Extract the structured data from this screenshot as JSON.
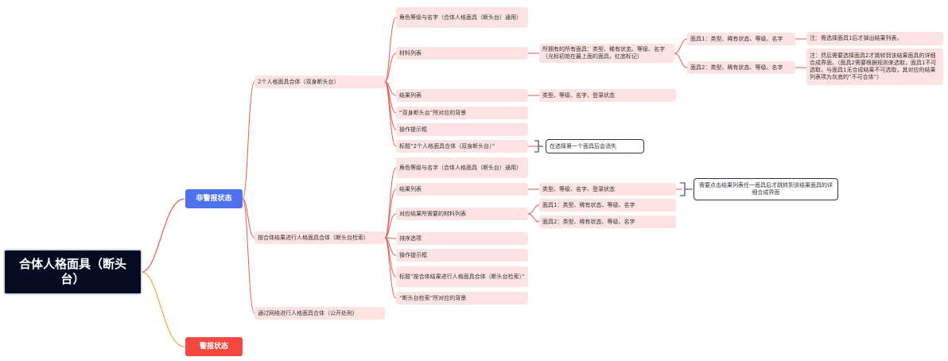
{
  "root": {
    "label": "合体人格面具（断头台）"
  },
  "categories": {
    "non_alert": "非警报状态",
    "alert": "警报状态"
  },
  "branches": {
    "two_persona": "2个人格面具合体（双身断头台）",
    "by_result": "按合体结果进行人格面具合体（断头台检索）",
    "via_network": "通过网络进行人格面具合体（公开处刑）"
  },
  "two_persona_children": {
    "role_level": "角色等级与名字（合体人格面具（断头台）通用）",
    "material_list": "材料列表",
    "result_list": "结果列表",
    "background": "“双身断头台”所对应的背景",
    "op_hint": "操作提示框",
    "title": "标题“2个人格面具合体（双身断头台）”"
  },
  "material_detail": "所拥有的所有面具：类型、稀有状态、等级、名字（光标初始在最上面的面具，红底标记）",
  "mask1_detail": "面具1：类型、稀有状态、等级、名字",
  "mask2_detail": "面具2：类型、稀有状态、等级、名字",
  "note_mask1": "注：需选择面具1后才弹出结果列表。",
  "note_mask2": "注：然后需要选择面具2才跳转到该结果面具的详细合成界面。（面具2需要根据规则来选取，面具1不可选取，与面具1无合成结果不可选取，其对应的结果列表项为灰底的“不可合体”）",
  "result_detail_1": "类型、等级、名字、登录状态",
  "note_title": "在选择第一个面具后会消失",
  "by_result_children": {
    "role_level": "角色等级与名字（合体人格面具（断头台）通用）",
    "result_list": "结果列表",
    "materials": "对应结果所需要的材料列表",
    "sort": "排序选项",
    "op_hint": "操作提示框",
    "title": "标题“按合体结果进行人格面具合体（断头台检索）”",
    "background": "“断头台检索”所对应的背景"
  },
  "result_detail_2": "类型、等级、名字、登录状态",
  "note_result_click": "需要点击结果列表任一面具后才跳转到该结果面具的详细合成界面",
  "mat_mask1": "面具1：类型、稀有状态、等级、名字",
  "mat_mask2": "面具2：类型、稀有状态、等级、名字",
  "colors": {
    "root_bg": "#070b22",
    "category_blue": "#4e72ee",
    "category_red": "#f2483f",
    "node_fill": "#fde3e3",
    "line_red": "#e85a54",
    "line_orange": "#f2a93b"
  }
}
